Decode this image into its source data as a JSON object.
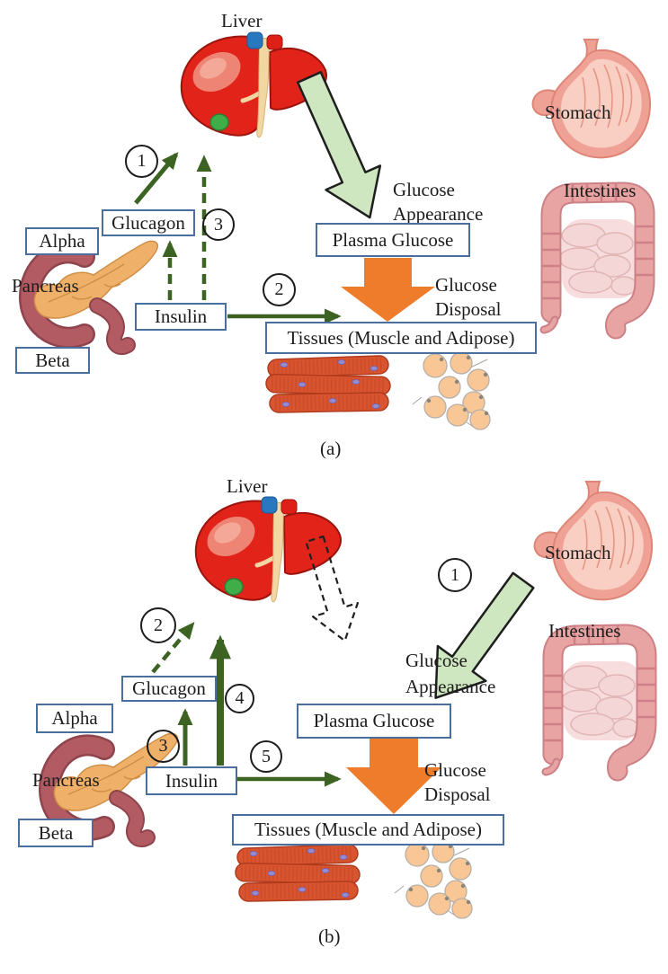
{
  "colors": {
    "box_border": "#4a6f9f",
    "arrow_green_dark": "#3d6323",
    "arrow_green_light": "#cfe7c0",
    "arrow_orange": "#ee7c2b",
    "outline_black": "#1f1f1f",
    "liver_red": "#e2231a",
    "pancreas_tan": "#efb169",
    "duodenum_maroon": "#b25b62",
    "stomach_pink": "#f0a196",
    "intestines_pink": "#e8a3a3",
    "muscle_red": "#d9552f",
    "adipose_peach": "#f9c795"
  },
  "icons": {
    "liver": "liver-illustration",
    "pancreas": "pancreas-illustration",
    "stomach": "stomach-illustration",
    "intestines": "intestines-illustration",
    "muscle": "muscle-tissue-illustration",
    "adipose": "adipose-cells-illustration"
  },
  "panel_a": {
    "caption": "(a)",
    "labels": {
      "liver": "Liver",
      "pancreas": "Pancreas",
      "stomach": "Stomach",
      "intestines": "Intestines"
    },
    "boxes": {
      "glucagon": "Glucagon",
      "alpha": "Alpha",
      "insulin": "Insulin",
      "beta": "Beta",
      "plasma_glucose": "Plasma Glucose",
      "tissues": "Tissues (Muscle and Adipose)"
    },
    "flows": {
      "appearance1": "Glucose",
      "appearance2": "Appearance",
      "disposal1": "Glucose",
      "disposal2": "Disposal"
    },
    "steps": {
      "n1": "1",
      "n2": "2",
      "n3": "3"
    }
  },
  "panel_b": {
    "caption": "(b)",
    "labels": {
      "liver": "Liver",
      "pancreas": "Pancreas",
      "stomach": "Stomach",
      "intestines": "Intestines"
    },
    "boxes": {
      "glucagon": "Glucagon",
      "alpha": "Alpha",
      "insulin": "Insulin",
      "beta": "Beta",
      "plasma_glucose": "Plasma Glucose",
      "tissues": "Tissues (Muscle and Adipose)"
    },
    "flows": {
      "appearance1": "Glucose",
      "appearance2": "Appearance",
      "disposal1": "Glucose",
      "disposal2": "Disposal"
    },
    "steps": {
      "n1": "1",
      "n2": "2",
      "n3": "3",
      "n4": "4",
      "n5": "5"
    }
  }
}
